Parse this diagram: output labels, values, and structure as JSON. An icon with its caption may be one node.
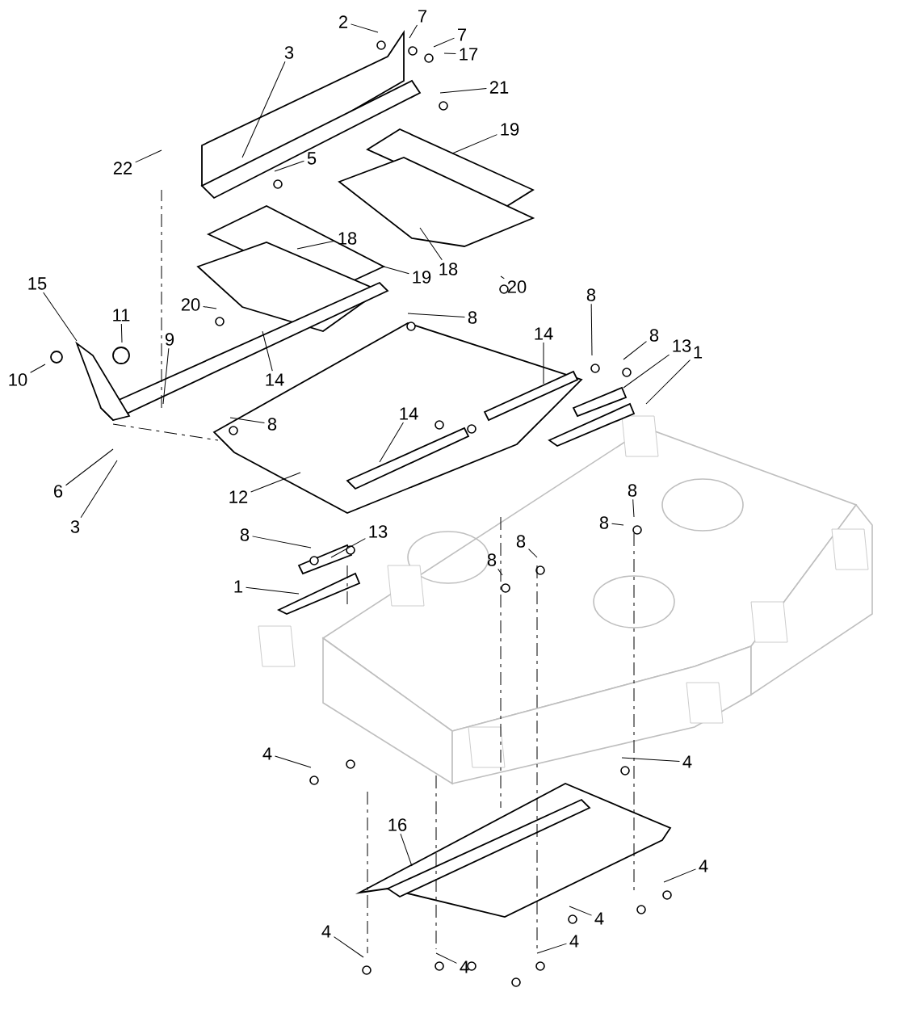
{
  "diagram": {
    "nodes": [
      {
        "text": [
          "2"
        ]
      },
      {
        "text": [
          "7"
        ]
      },
      {
        "text": [
          "7"
        ]
      },
      {
        "text": [
          "17"
        ]
      },
      {
        "text": [
          "21"
        ]
      },
      {
        "text": [
          "3"
        ]
      },
      {
        "text": [
          "22"
        ]
      },
      {
        "text": [
          "19"
        ]
      },
      {
        "text": [
          "5"
        ]
      },
      {
        "text": [
          "18"
        ]
      },
      {
        "text": [
          "18"
        ]
      },
      {
        "text": [
          "19"
        ]
      },
      {
        "text": [
          "20"
        ]
      },
      {
        "text": [
          "20"
        ]
      },
      {
        "text": [
          "15"
        ]
      },
      {
        "text": [
          "11"
        ]
      },
      {
        "text": [
          "8"
        ]
      },
      {
        "text": [
          "8"
        ]
      },
      {
        "text": [
          "10"
        ]
      },
      {
        "text": [
          "9"
        ]
      },
      {
        "text": [
          "14"
        ]
      },
      {
        "text": [
          "14"
        ]
      },
      {
        "text": [
          "8"
        ]
      },
      {
        "text": [
          "13"
        ]
      },
      {
        "text": [
          "1"
        ]
      },
      {
        "text": [
          "8"
        ]
      },
      {
        "text": [
          "14"
        ]
      },
      {
        "text": [
          "6"
        ]
      },
      {
        "text": [
          "3"
        ]
      },
      {
        "text": [
          "12"
        ]
      },
      {
        "text": [
          "8"
        ]
      },
      {
        "text": [
          "8"
        ]
      },
      {
        "text": [
          "8"
        ]
      },
      {
        "text": [
          "13"
        ]
      },
      {
        "text": [
          "8"
        ]
      },
      {
        "text": [
          "8"
        ]
      },
      {
        "text": [
          "1"
        ]
      },
      {
        "text": [
          "4"
        ]
      },
      {
        "text": [
          "4"
        ]
      },
      {
        "text": [
          "16"
        ]
      },
      {
        "text": [
          "4"
        ]
      },
      {
        "text": [
          "4"
        ]
      },
      {
        "text": [
          "4"
        ]
      },
      {
        "text": [
          "4"
        ]
      },
      {
        "text": [
          "4"
        ]
      }
    ],
    "edges": [
      {
        "from": 0,
        "to": null,
        "arrow": "none"
      },
      {
        "from": 1,
        "to": null,
        "arrow": "none"
      },
      {
        "from": 2,
        "to": null,
        "arrow": "none"
      },
      {
        "from": 3,
        "to": null,
        "arrow": "none"
      },
      {
        "from": 4,
        "to": null,
        "arrow": "none"
      },
      {
        "from": 5,
        "to": null,
        "arrow": "none"
      },
      {
        "from": 6,
        "to": null,
        "arrow": "none"
      },
      {
        "from": 7,
        "to": null,
        "arrow": "none"
      },
      {
        "from": 8,
        "to": null,
        "arrow": "none"
      },
      {
        "from": 9,
        "to": null,
        "arrow": "none"
      },
      {
        "from": 10,
        "to": null,
        "arrow": "none"
      },
      {
        "from": 11,
        "to": null,
        "arrow": "none"
      },
      {
        "from": 12,
        "to": null,
        "arrow": "none"
      },
      {
        "from": 13,
        "to": null,
        "arrow": "none"
      },
      {
        "from": 14,
        "to": null,
        "arrow": "none"
      },
      {
        "from": 15,
        "to": null,
        "arrow": "none"
      },
      {
        "from": 16,
        "to": null,
        "arrow": "none"
      },
      {
        "from": 17,
        "to": null,
        "arrow": "none"
      },
      {
        "from": 18,
        "to": null,
        "arrow": "none"
      },
      {
        "from": 19,
        "to": null,
        "arrow": "none"
      },
      {
        "from": 20,
        "to": null,
        "arrow": "none"
      },
      {
        "from": 21,
        "to": null,
        "arrow": "none"
      },
      {
        "from": 22,
        "to": null,
        "arrow": "none"
      },
      {
        "from": 23,
        "to": null,
        "arrow": "none"
      },
      {
        "from": 24,
        "to": null,
        "arrow": "none"
      },
      {
        "from": 25,
        "to": null,
        "arrow": "none"
      },
      {
        "from": 26,
        "to": null,
        "arrow": "none"
      },
      {
        "from": 27,
        "to": null,
        "arrow": "none"
      },
      {
        "from": 28,
        "to": null,
        "arrow": "none"
      },
      {
        "from": 29,
        "to": null,
        "arrow": "none"
      },
      {
        "from": 30,
        "to": null,
        "arrow": "none"
      },
      {
        "from": 31,
        "to": null,
        "arrow": "none"
      },
      {
        "from": 32,
        "to": null,
        "arrow": "none"
      },
      {
        "from": 33,
        "to": null,
        "arrow": "none"
      },
      {
        "from": 34,
        "to": null,
        "arrow": "none"
      },
      {
        "from": 35,
        "to": null,
        "arrow": "none"
      },
      {
        "from": 36,
        "to": null,
        "arrow": "none"
      },
      {
        "from": 37,
        "to": null,
        "arrow": "none"
      },
      {
        "from": 38,
        "to": null,
        "arrow": "none"
      },
      {
        "from": 39,
        "to": null,
        "arrow": "none"
      },
      {
        "from": 40,
        "to": null,
        "arrow": "none"
      },
      {
        "from": 41,
        "to": null,
        "arrow": "none"
      },
      {
        "from": 42,
        "to": null,
        "arrow": "none"
      },
      {
        "from": 43,
        "to": null,
        "arrow": "none"
      },
      {
        "from": 44,
        "to": null,
        "arrow": "none"
      }
    ]
  }
}
